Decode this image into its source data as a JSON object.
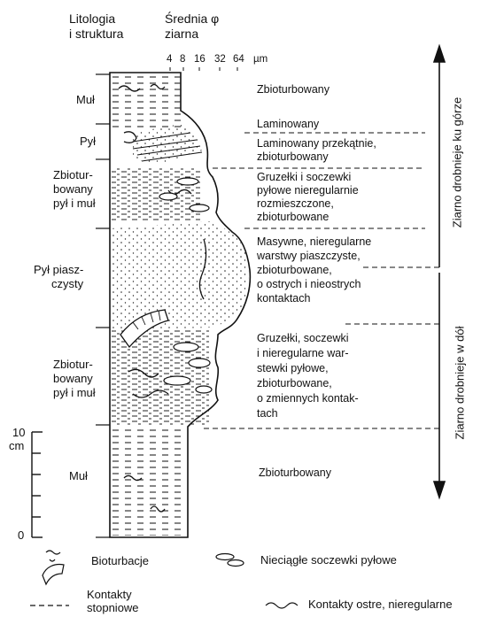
{
  "headers": {
    "lithology_line1": "Litologia",
    "lithology_line2": "i struktura",
    "grain_line1": "Średnia φ",
    "grain_line2": "ziarna",
    "grain_ticks": [
      "4",
      "8",
      "16",
      "32",
      "64"
    ],
    "grain_unit": "µm"
  },
  "units": [
    {
      "label_lines": [
        "Muł"
      ]
    },
    {
      "label_lines": [
        "Pył"
      ]
    },
    {
      "label_lines": [
        "Zbiotur-",
        "bowany",
        "pył i muł"
      ]
    },
    {
      "label_lines": [
        "Pył piasz-",
        "czysty"
      ]
    },
    {
      "label_lines": [
        "Zbiotur-",
        "bowany",
        "pył i muł"
      ]
    },
    {
      "label_lines": [
        "Muł"
      ]
    }
  ],
  "descriptions": [
    {
      "lines": [
        "Zbioturbowany"
      ]
    },
    {
      "lines": [
        "Laminowany"
      ]
    },
    {
      "lines": [
        "Laminowany przekątnie,",
        "zbioturbowany"
      ]
    },
    {
      "lines": [
        "Gruzełki i soczewki",
        "pyłowe nieregularnie",
        "rozmieszczone,",
        "zbioturbowane"
      ]
    },
    {
      "lines": [
        "Masywne, nieregularne",
        "warstwy piaszczyste,",
        "zbioturbowane,",
        "o ostrych i nieostrych",
        "kontaktach"
      ]
    },
    {
      "lines": [
        "Gruzełki, soczewki",
        "i nieregularne war-",
        "stewki pyłowe,",
        "zbioturbowane,",
        "o zmiennych kontak-",
        "tach"
      ]
    },
    {
      "lines": [
        "Zbioturbowany"
      ]
    }
  ],
  "trends": {
    "upper": "Ziarno drobnieje ku górze",
    "lower": "Ziarno drobnieje w dół"
  },
  "scale": {
    "top": "10",
    "unit": "cm",
    "bottom": "0"
  },
  "legend": {
    "bioturbation": "Bioturbacje",
    "lenses": "Nieciągłe soczewki pyłowe",
    "gradual_line1": "Kontakty",
    "gradual_line2": "stopniowe",
    "sharp": "Kontakty ostre, nieregularne"
  }
}
